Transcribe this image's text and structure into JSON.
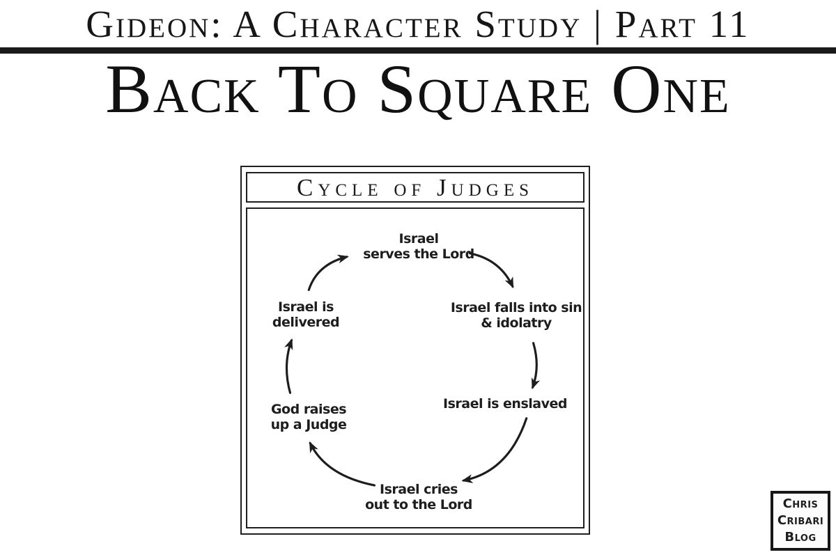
{
  "header": {
    "kicker": "Gideon: A Character Study | Part 11",
    "title": "Back To Square One"
  },
  "diagram": {
    "title": "Cycle of Judges",
    "stages": [
      {
        "id": "israel-serves-the-lord",
        "lines": [
          "Israel",
          "serves the Lord"
        ]
      },
      {
        "id": "israel-falls-into-sin",
        "lines": [
          "Israel falls into sin",
          "& idolatry"
        ]
      },
      {
        "id": "israel-is-enslaved",
        "lines": [
          "Israel is enslaved",
          ""
        ]
      },
      {
        "id": "israel-cries-out-to-the-lord",
        "lines": [
          "Israel cries",
          "out to the Lord"
        ]
      },
      {
        "id": "god-raises-up-a-judge",
        "lines": [
          "God raises",
          "up a Judge"
        ]
      },
      {
        "id": "israel-is-delivered",
        "lines": [
          "Israel is",
          "delivered"
        ]
      }
    ],
    "cycle_order": [
      "Israel serves the Lord",
      "Israel falls into sin & idolatry",
      "Israel is enslaved",
      "Israel cries out to the Lord",
      "God raises up a Judge",
      "Israel is delivered"
    ]
  },
  "badge": {
    "lines": [
      "Chris",
      "Cribari",
      "Blog"
    ]
  },
  "colors": {
    "ink": "#1a1a1a",
    "background": "#ffffff"
  }
}
